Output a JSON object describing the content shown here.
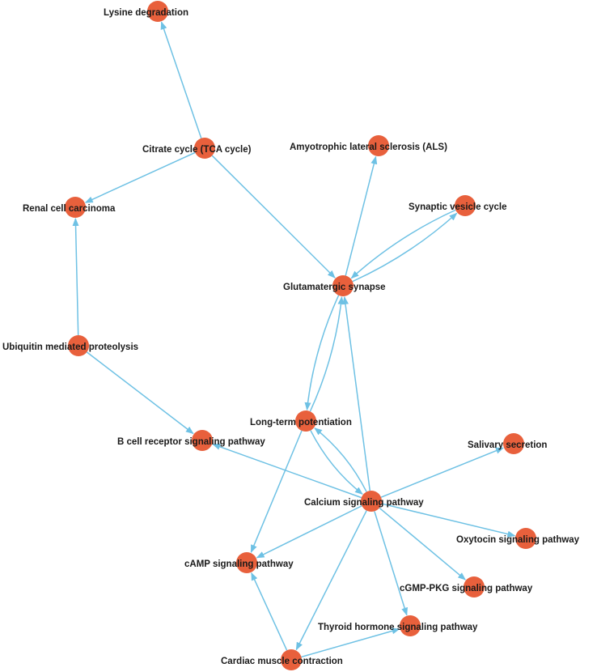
{
  "colors": {
    "node": "#E8603C",
    "edge": "#6EC1E4",
    "label": "#1a1a1a",
    "background": "#ffffff"
  },
  "nodes": [
    {
      "id": "lysine",
      "label": "Lysine degradation"
    },
    {
      "id": "tca",
      "label": "Citrate cycle (TCA cycle)"
    },
    {
      "id": "renal",
      "label": "Renal cell carcinoma"
    },
    {
      "id": "als",
      "label": "Amyotrophic lateral sclerosis (ALS)"
    },
    {
      "id": "synaptic",
      "label": "Synaptic vesicle cycle"
    },
    {
      "id": "glutamatergic",
      "label": "Glutamatergic synapse"
    },
    {
      "id": "ubiquitin",
      "label": "Ubiquitin mediated proteolysis"
    },
    {
      "id": "ltp",
      "label": "Long-term potentiation"
    },
    {
      "id": "bcell",
      "label": "B cell receptor signaling pathway"
    },
    {
      "id": "salivary",
      "label": "Salivary secretion"
    },
    {
      "id": "calcium",
      "label": "Calcium signaling pathway"
    },
    {
      "id": "oxytocin",
      "label": "Oxytocin signaling pathway"
    },
    {
      "id": "camp",
      "label": "cAMP signaling pathway"
    },
    {
      "id": "cgmp",
      "label": "cGMP-PKG signaling pathway"
    },
    {
      "id": "thyroid",
      "label": "Thyroid hormone signaling pathway"
    },
    {
      "id": "cardiac",
      "label": "Cardiac muscle contraction"
    }
  ],
  "edges": [
    {
      "from": "tca",
      "to": "lysine"
    },
    {
      "from": "tca",
      "to": "renal"
    },
    {
      "from": "tca",
      "to": "glutamatergic"
    },
    {
      "from": "glutamatergic",
      "to": "als"
    },
    {
      "from": "glutamatergic",
      "to": "synaptic"
    },
    {
      "from": "synaptic",
      "to": "glutamatergic"
    },
    {
      "from": "glutamatergic",
      "to": "ltp"
    },
    {
      "from": "ltp",
      "to": "glutamatergic"
    },
    {
      "from": "calcium",
      "to": "glutamatergic"
    },
    {
      "from": "ubiquitin",
      "to": "renal"
    },
    {
      "from": "ubiquitin",
      "to": "bcell"
    },
    {
      "from": "calcium",
      "to": "bcell"
    },
    {
      "from": "ltp",
      "to": "calcium"
    },
    {
      "from": "calcium",
      "to": "ltp"
    },
    {
      "from": "ltp",
      "to": "camp"
    },
    {
      "from": "calcium",
      "to": "salivary"
    },
    {
      "from": "calcium",
      "to": "oxytocin"
    },
    {
      "from": "calcium",
      "to": "cgmp"
    },
    {
      "from": "calcium",
      "to": "thyroid"
    },
    {
      "from": "calcium",
      "to": "camp"
    },
    {
      "from": "calcium",
      "to": "cardiac"
    },
    {
      "from": "cardiac",
      "to": "camp"
    },
    {
      "from": "cardiac",
      "to": "thyroid"
    }
  ]
}
